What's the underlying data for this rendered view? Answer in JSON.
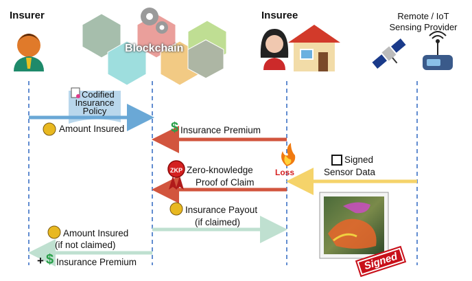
{
  "actors": {
    "insurer": "Insurer",
    "blockchain": "Blockchain",
    "insuree": "Insuree",
    "provider_line1": "Remote / IoT",
    "provider_line2": "Sensing Provider"
  },
  "messages": {
    "policy_line1": "Codified",
    "policy_line2": "Insurance",
    "policy_line3": "Policy",
    "amount_insured": "Amount Insured",
    "insurance_premium": "Insurance Premium",
    "loss": "Loss",
    "signed_line1": "Signed",
    "signed_line2": "Sensor Data",
    "zkp_badge": "ZKP",
    "zkp_line1": "Zero-knowledge",
    "zkp_line2": "Proof of Claim",
    "payout_line1": "Insurance Payout",
    "payout_line2": "(if claimed)",
    "amount_insured_2": "Amount Insured",
    "not_claimed": "(if not claimed)",
    "plus": "+",
    "insurance_premium_2": "Insurance Premium",
    "signed_stamp": "Signed"
  },
  "colors": {
    "blue_arrow": "#6aa8d6",
    "red_arrow": "#d2553e",
    "yellow_arrow": "#f5d36a",
    "green_arrow": "#bfe0d0",
    "lifeline": "#3a6fc4"
  },
  "icons": [
    "insurer-avatar-icon",
    "gear-icon",
    "insuree-avatar-icon",
    "house-icon",
    "satellite-icon",
    "iot-device-icon",
    "document-icon",
    "money-bag-icon",
    "dollar-icon",
    "fire-icon",
    "zkp-seal-icon",
    "checkbox-icon",
    "map-image"
  ]
}
